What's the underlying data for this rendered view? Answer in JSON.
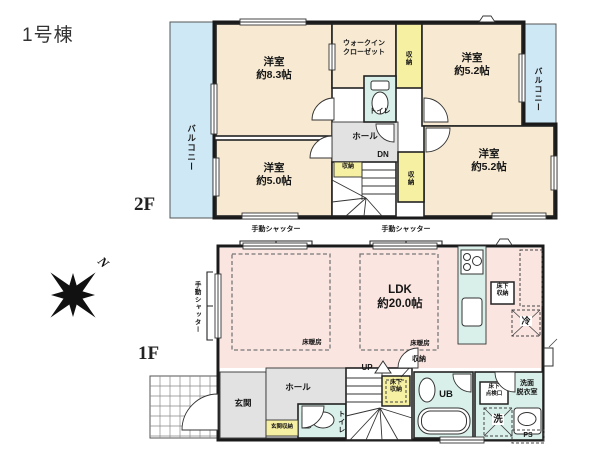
{
  "title": "1号棟",
  "compass": {
    "north": "N"
  },
  "floor_labels": {
    "second": "2F",
    "first": "1F"
  },
  "colors": {
    "room_beige": "#f8ead2",
    "balcony_blue": "#cfe8f6",
    "wet_area_cyan": "#d9f0ea",
    "closet_yellow": "#f6f0a2",
    "ldk_pink": "#fbe5e1",
    "hall_gray": "#e2e2e2",
    "wall": "#1a1a1a"
  },
  "f2": {
    "balcony_left": "バルコニー",
    "balcony_right": "バルコニー",
    "room_83": "洋室\n約8.3帖",
    "walk_in_closet": "ウォークイン\nクローゼット",
    "closet_top": "収納",
    "room_52_top": "洋室\n約5.2帖",
    "toilet": "トイレ",
    "hall": "ホール",
    "down": "DN",
    "closet_hall": "収納",
    "closet_side": "収納",
    "room_50": "洋室\n約5.0帖",
    "room_52_bottom": "洋室\n約5.2帖"
  },
  "f1": {
    "shutter_top_left": "手動シャッター",
    "shutter_top_right": "手動シャッター",
    "shutter_side": "手動シャッター",
    "ldk": "LDK\n約20.0帖",
    "floor_heating_left": "床暖房",
    "floor_heating_right": "床暖房",
    "underfloor_storage_kitchen": "床下\n収納",
    "refrigerator": "冷",
    "entrance": "玄関",
    "hall": "ホール",
    "entrance_storage": "玄関収納",
    "toilet": "トイレ",
    "up": "UP",
    "closet_callout": "収納",
    "underfloor_storage_stairs": "床下\n収納",
    "unit_bath": "UB",
    "inspection_hatch": "床下\n点検口",
    "washroom": "洗面\n脱衣室",
    "washer": "洗",
    "pipe_space": "PS"
  }
}
